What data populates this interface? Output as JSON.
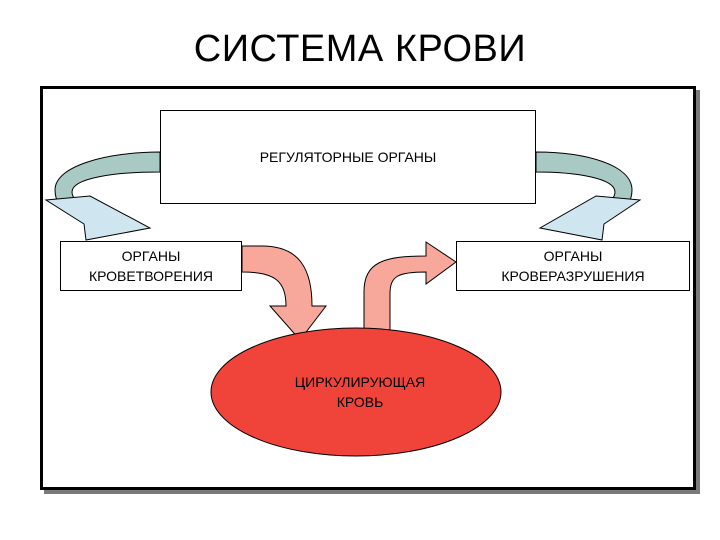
{
  "title": "СИСТЕМА КРОВИ",
  "nodes": {
    "regulatory": "РЕГУЛЯТОРНЫЕ ОРГАНЫ",
    "hematopoiesis": "ОРГАНЫ\nКРОВЕТВОРЕНИЯ",
    "hemolysis": "ОРГАНЫ\nКРОВЕРАЗРУШЕНИЯ",
    "circulating_blood": "ЦИРКУЛИРУЮЩАЯ\nКРОВЬ"
  },
  "colors": {
    "blood_fill": "#f0443b",
    "salmon_arrow": "#f7a89a",
    "teal_arrow": "#a9c9c4",
    "teal_arrow_head": "#cfe6f1"
  }
}
